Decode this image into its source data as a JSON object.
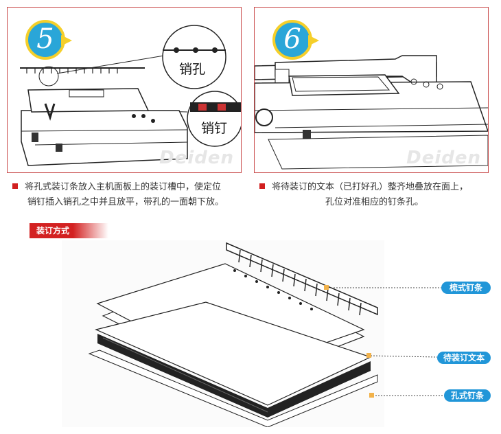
{
  "steps": [
    {
      "number": "5",
      "callouts": {
        "pin_hole": "销孔",
        "pin": "销钉"
      },
      "watermark": "Deiden",
      "caption_line1": "将孔式装订条放入主机面板上的装订槽中，使定位",
      "caption_line2": "销钉插入销孔之中并且放平，带孔的一面朝下放。"
    },
    {
      "number": "6",
      "watermark": "Deiden",
      "caption_line1": "将待装订的文本（已打好孔）整齐地叠放在面上，",
      "caption_line2": "孔位对准相应的钉条孔。"
    }
  ],
  "binding_section": {
    "title": "装订方式",
    "labels": {
      "comb_strip": "梳式钉条",
      "document": "待装订文本",
      "hole_strip": "孔式钉条"
    }
  },
  "colors": {
    "panel_border": "#c94a4a",
    "badge_fill": "#2aa6d8",
    "badge_ring": "#f5cf2a",
    "accent_red": "#d32121",
    "callout_blue": "#2196d8",
    "marker_orange": "#f2b24a"
  }
}
